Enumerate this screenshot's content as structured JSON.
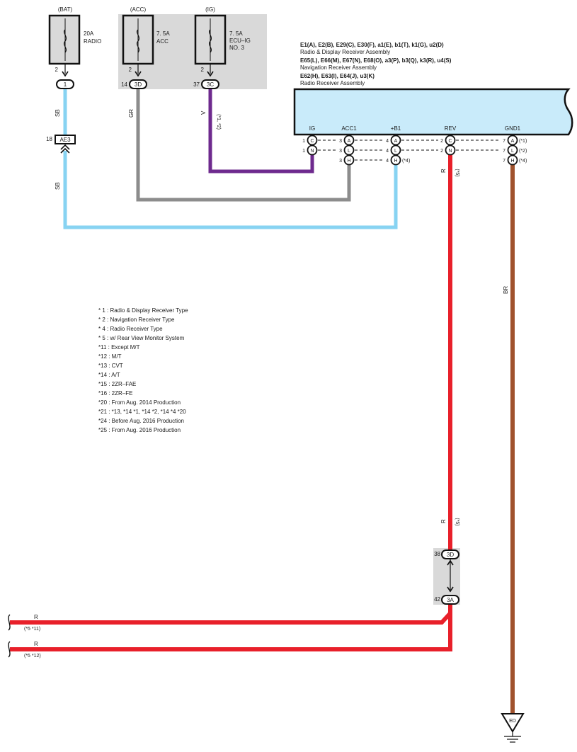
{
  "fuses": {
    "bat": {
      "label": "(BAT)",
      "rating": "20A",
      "name": "RADIO",
      "pin": "2",
      "conn": "1"
    },
    "acc": {
      "label": "(ACC)",
      "rating": "7. 5A",
      "name": "ACC",
      "pin": "2",
      "conn_pin": "14",
      "conn": "3D"
    },
    "ig": {
      "label": "(IG)",
      "rating": "7. 5A",
      "name1": "ECU–IG",
      "name2": "NO. 3",
      "pin": "2",
      "conn_pin": "37",
      "conn": "3C"
    }
  },
  "assembly": {
    "line1": "E1(A), E2(B), E29(C), E30(F), a1(E), b1(T), k1(G), u2(D)",
    "line2": "Radio & Display Receiver Assembly",
    "line3": "E65(L), E66(M), E67(N), E68(O), a3(P), b3(Q), k3(R), u4(S)",
    "line4": "Navigation Receiver Assembly",
    "line5": "E62(H), E63(I), E64(J), u3(K)",
    "line6": "Radio Receiver Assembly",
    "terminals": {
      "ig": "IG",
      "acc1": "ACC1",
      "b1": "+B1",
      "rev": "REV",
      "gnd1": "GND1"
    }
  },
  "pins": {
    "ig_c": "C",
    "ig_n": "N",
    "acc_a": "A",
    "acc_l": "L",
    "acc_h": "H",
    "b1_a": "A",
    "b1_l": "L",
    "b1_h": "H",
    "rev_c": "C",
    "rev_n": "N",
    "gnd_a": "A",
    "gnd_l": "L",
    "gnd_h": "H",
    "n1": "1",
    "n3": "3",
    "n4": "4",
    "n2": "2",
    "n7": "7",
    "gnd_note1": "(*1)",
    "gnd_note2": "(*2)",
    "gnd_note4": "(*4)",
    "b1_note4": "(*4)"
  },
  "wires": {
    "sb": "SB",
    "gr": "GR",
    "v": "V",
    "v_note": "(*1, *2)",
    "r": "R",
    "r_note": "(*5)",
    "br": "BR",
    "r_out1_note": "(*5 *11)",
    "r_out2_note": "(*5 *12)"
  },
  "connectors": {
    "ae3_pin": "18",
    "ae3": "AE3",
    "j1_pin": "38",
    "j1": "3D",
    "j2_pin": "42",
    "j2": "3A",
    "ground": "ED"
  },
  "legend": [
    "* 1 : Radio & Display Receiver Type",
    "* 2 : Navigation Receiver Type",
    "* 4 : Radio Receiver Type",
    "* 5 : w/ Rear View Monitor System",
    "*11 : Except M/T",
    "*12 : M/T",
    "*13 : CVT",
    "*14 : A/T",
    "*15 : 2ZR–FAE",
    "*16 : 2ZR–FE",
    "*20 : From Aug.  2014 Production",
    "*21 : *13, *14 *1, *14 *2, *14 *4 *20",
    "*24 : Before Aug.  2016 Production",
    "*25 : From Aug.  2016 Production"
  ],
  "colors": {
    "sb": "#87d3f2",
    "gr": "#8c8c8c",
    "v": "#6e2a8e",
    "r": "#e8202a",
    "br": "#a0522d",
    "box_fill": "#c9ebfa",
    "fuse_bg": "#d9d9d9"
  }
}
